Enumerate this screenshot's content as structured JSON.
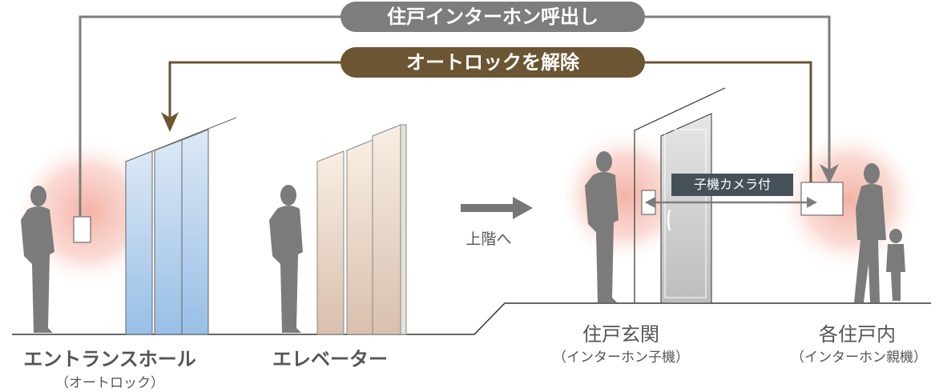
{
  "flows": {
    "call_label": "住戸インターホン呼出し",
    "unlock_label": "オートロックを解除",
    "call_color": "#7d7d7d",
    "unlock_color": "#6b5533"
  },
  "arrow_up": "上階へ",
  "camera_tag": "子機カメラ付",
  "locations": {
    "entrance": {
      "title": "エントランスホール",
      "sub": "（オートロック）"
    },
    "elevator": {
      "title": "エレベーター"
    },
    "door": {
      "title": "住戸玄関",
      "sub": "（インターホン子機）"
    },
    "unit": {
      "title": "各住戸内",
      "sub": "（インターホン親機）"
    }
  }
}
